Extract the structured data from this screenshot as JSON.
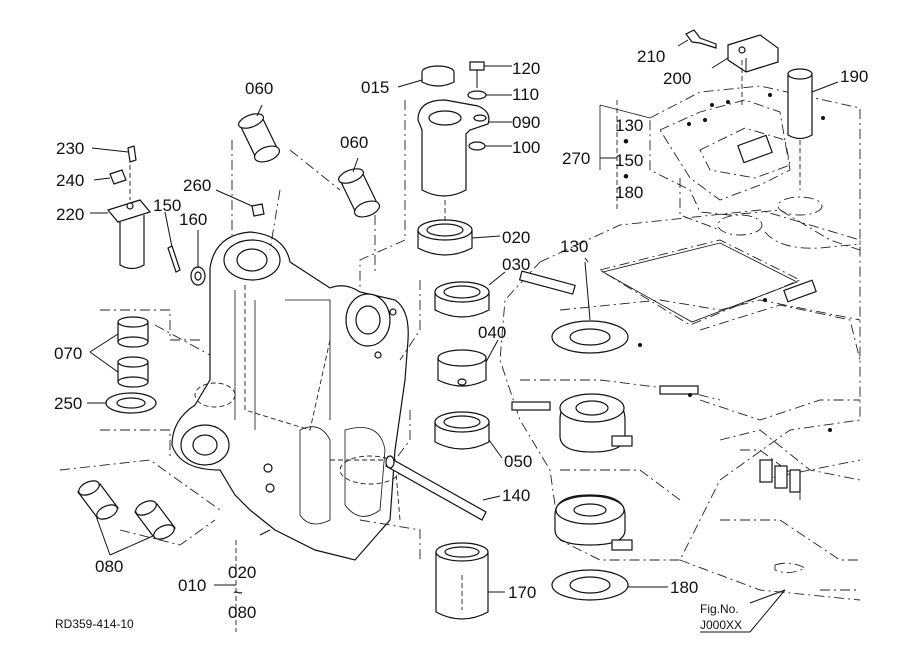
{
  "drawing_code": "RD359-414-10",
  "fig_ref": {
    "line1": "Fig.No.",
    "line2": "J000XX"
  },
  "labels": {
    "p010": "010",
    "p015": "015",
    "p020": "020",
    "p030": "030",
    "p040": "040",
    "p050": "050",
    "p060a": "060",
    "p060b": "060",
    "p070": "070",
    "p080": "080",
    "p090": "090",
    "p100": "100",
    "p110": "110",
    "p120": "120",
    "p130": "130",
    "p140": "140",
    "p150": "150",
    "p160": "160",
    "p170": "170",
    "p180": "180",
    "p190": "190",
    "p200": "200",
    "p210": "210",
    "p220": "220",
    "p230": "230",
    "p240": "240",
    "p250": "250",
    "p260": "260",
    "p270": "270"
  },
  "range_010": {
    "from": "020",
    "tilde": "~",
    "to": "080"
  },
  "range_270": {
    "a": "130",
    "b": "150",
    "c": "180",
    "dot": "•"
  }
}
